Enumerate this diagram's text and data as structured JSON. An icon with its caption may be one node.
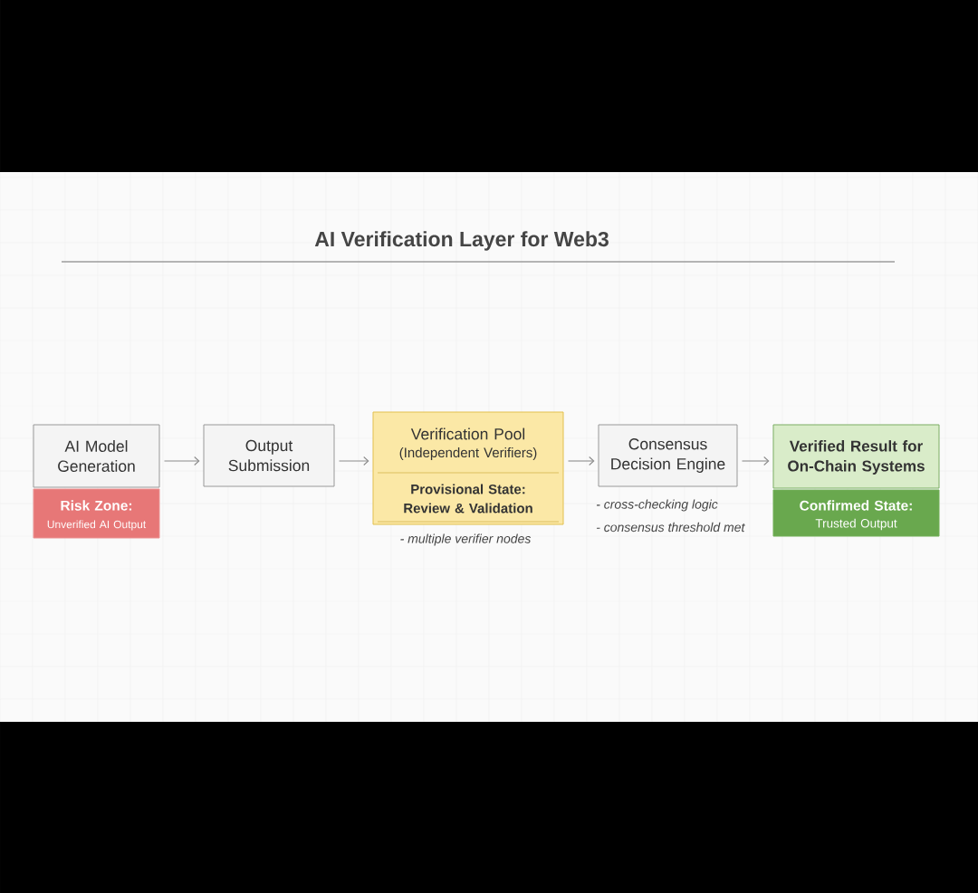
{
  "diagram": {
    "title": "AI Verification Layer for Web3",
    "nodes": [
      {
        "text": [
          "AI Model Generation"
        ]
      },
      {
        "text": [
          "Risk Zone:",
          "Unverified AI Output"
        ]
      },
      {
        "text": [
          "Output Submission"
        ]
      },
      {
        "text": [
          "Verification Pool",
          "(Independent Verifiers)",
          "Provisional State: Review & Validation"
        ],
        "beside": [
          "- multiple verifier nodes"
        ]
      },
      {
        "text": [
          "Consensus Decision Engine"
        ],
        "beside": [
          "- cross-checking logic",
          "- consensus threshold met"
        ]
      },
      {
        "text": [
          "Verified Result for On-Chain Systems"
        ]
      },
      {
        "text": [
          "Confirmed State:",
          "Trusted Output"
        ]
      }
    ],
    "edges": [
      {
        "from": 0,
        "to": 2,
        "arrow": "to"
      },
      {
        "from": 2,
        "to": 3,
        "arrow": "to"
      },
      {
        "from": 3,
        "to": 4,
        "arrow": "to"
      },
      {
        "from": 4,
        "to": 5,
        "arrow": "to"
      }
    ]
  }
}
